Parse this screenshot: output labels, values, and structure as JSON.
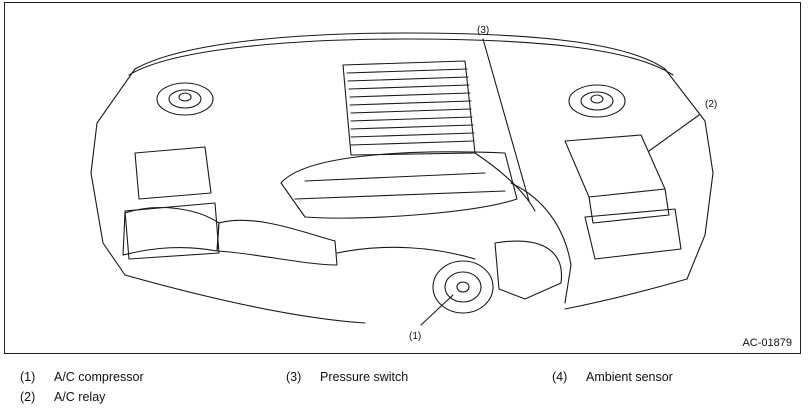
{
  "figure": {
    "code": "AC-01879",
    "callouts": [
      "(1)",
      "(2)",
      "(3)"
    ]
  },
  "legend": [
    {
      "number": "(1)",
      "label": "A/C compressor"
    },
    {
      "number": "(2)",
      "label": "A/C relay"
    },
    {
      "number": "(3)",
      "label": "Pressure switch"
    },
    {
      "number": "(4)",
      "label": "Ambient sensor"
    }
  ]
}
